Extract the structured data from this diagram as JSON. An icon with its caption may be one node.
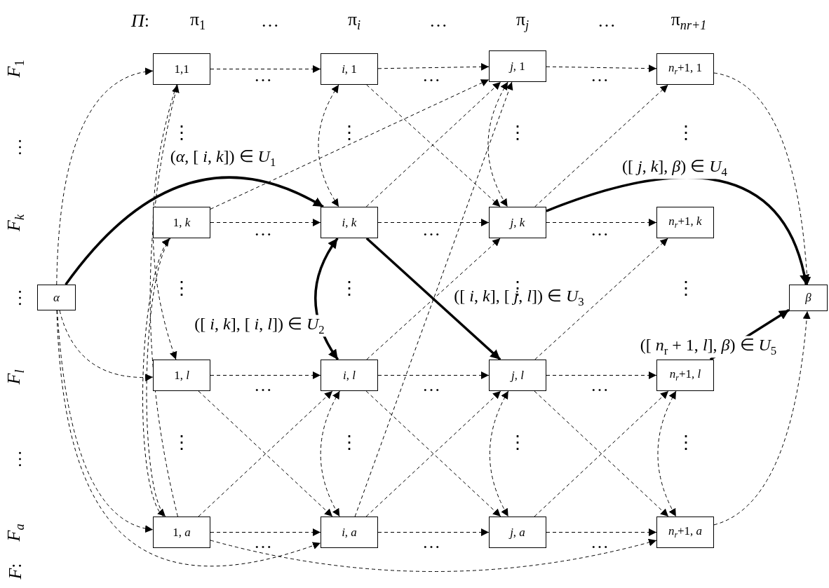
{
  "diagram": {
    "nodes": [
      {
        "text": [
          "1,1"
        ]
      },
      {
        "text": [
          "*i*, 1"
        ]
      },
      {
        "text": [
          "*j*, 1"
        ]
      },
      {
        "text": [
          "*n*$_{r}$+1, 1"
        ]
      },
      {
        "text": [
          "1, *k*"
        ]
      },
      {
        "text": [
          "*i*, *k*"
        ]
      },
      {
        "text": [
          "*j*, *k*"
        ]
      },
      {
        "text": [
          "*n*$_{r}$+1, *k*"
        ]
      },
      {
        "text": [
          "*α*"
        ]
      },
      {
        "text": [
          "*β*"
        ]
      },
      {
        "text": [
          "1, *l*"
        ]
      },
      {
        "text": [
          "*i*, *l*"
        ]
      },
      {
        "text": [
          "*j*, *l*"
        ]
      },
      {
        "text": [
          "*n*$_{r}$+1, *l*"
        ]
      },
      {
        "text": [
          "1, *a*"
        ]
      },
      {
        "text": [
          "*i*, *a*"
        ]
      },
      {
        "text": [
          "*j*, *a*"
        ]
      },
      {
        "text": [
          "*n*$_{r}$+1, *a*"
        ]
      }
    ],
    "edges": [
      {
        "from": 0,
        "to": 1,
        "arrow": "to",
        "style": "dashed"
      },
      {
        "from": 1,
        "to": 2,
        "arrow": "to",
        "style": "dashed"
      },
      {
        "from": 2,
        "to": 3,
        "arrow": "to",
        "style": "dashed"
      },
      {
        "from": 4,
        "to": 5,
        "arrow": "to",
        "style": "dashed"
      },
      {
        "from": 5,
        "to": 6,
        "arrow": "to",
        "style": "dashed"
      },
      {
        "from": 6,
        "to": 7,
        "arrow": "to",
        "style": "dashed"
      },
      {
        "from": 10,
        "to": 11,
        "arrow": "to",
        "style": "dashed"
      },
      {
        "from": 11,
        "to": 12,
        "arrow": "to",
        "style": "dashed"
      },
      {
        "from": 12,
        "to": 13,
        "arrow": "to",
        "style": "dashed"
      },
      {
        "from": 14,
        "to": 15,
        "arrow": "to",
        "style": "dashed"
      },
      {
        "from": 15,
        "to": 16,
        "arrow": "to",
        "style": "dashed"
      },
      {
        "from": 16,
        "to": 17,
        "arrow": "to",
        "style": "dashed"
      },
      {
        "from": 8,
        "to": 0,
        "arrow": "to",
        "style": "dashed"
      },
      {
        "from": 8,
        "to": 10,
        "arrow": "to",
        "style": "dashed"
      },
      {
        "from": 8,
        "to": 14,
        "arrow": "to",
        "style": "dashed"
      },
      {
        "from": 8,
        "to": 15,
        "arrow": "to",
        "style": "dashed"
      },
      {
        "from": 14,
        "to": 17,
        "arrow": "to",
        "style": "dashed"
      },
      {
        "from": 14,
        "to": 0,
        "arrow": "to",
        "style": "dashed"
      },
      {
        "from": 14,
        "to": 4,
        "arrow": "to",
        "style": "dashed"
      },
      {
        "from": 0,
        "to": 10,
        "arrow": "to",
        "style": "dashed"
      },
      {
        "from": 4,
        "to": 14,
        "arrow": "to",
        "style": "dashed"
      },
      {
        "from": 1,
        "to": 5,
        "arrow": "both",
        "style": "dashed"
      },
      {
        "from": 11,
        "to": 15,
        "arrow": "both",
        "style": "dashed"
      },
      {
        "from": 2,
        "to": 6,
        "arrow": "both",
        "style": "dashed"
      },
      {
        "from": 12,
        "to": 16,
        "arrow": "both",
        "style": "dashed"
      },
      {
        "from": 13,
        "to": 17,
        "arrow": "both",
        "style": "dashed"
      },
      {
        "from": 4,
        "to": 2,
        "arrow": "to",
        "style": "dashed"
      },
      {
        "from": 1,
        "to": 6,
        "arrow": "to",
        "style": "dashed"
      },
      {
        "from": 5,
        "to": 2,
        "arrow": "to",
        "style": "dashed"
      },
      {
        "from": 15,
        "to": 2,
        "arrow": "to",
        "style": "dashed"
      },
      {
        "from": 11,
        "to": 6,
        "arrow": "to",
        "style": "dashed"
      },
      {
        "from": 6,
        "to": 3,
        "arrow": "to",
        "style": "dashed"
      },
      {
        "from": 12,
        "to": 7,
        "arrow": "to",
        "style": "dashed"
      },
      {
        "from": 16,
        "to": 13,
        "arrow": "to",
        "style": "dashed"
      },
      {
        "from": 12,
        "to": 17,
        "arrow": "to",
        "style": "dashed"
      },
      {
        "from": 10,
        "to": 15,
        "arrow": "to",
        "style": "dashed"
      },
      {
        "from": 14,
        "to": 11,
        "arrow": "to",
        "style": "dashed"
      },
      {
        "from": 11,
        "to": 16,
        "arrow": "to",
        "style": "dashed"
      },
      {
        "from": 15,
        "to": 12,
        "arrow": "to",
        "style": "dashed"
      },
      {
        "from": 8,
        "to": 5,
        "arrow": "to",
        "style": "thick",
        "label": "(*α*, [ *i*, *k*]) ∈ *U*$_{1}$"
      },
      {
        "from": 5,
        "to": 11,
        "arrow": "both",
        "style": "thick",
        "label": "([ *i*, *k*], [ *i*, *l*]) ∈ *U*$_{2}$"
      },
      {
        "from": 5,
        "to": 12,
        "arrow": "to",
        "style": "thick",
        "label": "([ *i*, *k*], [ *j*, *l*]) ∈ *U*$_{3}$"
      },
      {
        "from": 6,
        "to": 9,
        "arrow": "to",
        "style": "thick",
        "label": "([ *j*, *k*],  *β*) ∈ *U*$_{4}$"
      },
      {
        "from": 13,
        "to": 9,
        "arrow": "to",
        "style": "thick",
        "label": "([ *n*$_{r}$ + 1, *l*],  *β*) ∈ *U*$_{5}$"
      },
      {
        "from": 3,
        "to": 9,
        "arrow": "to",
        "style": "dashed"
      },
      {
        "from": 17,
        "to": 9,
        "arrow": "to",
        "style": "dashed"
      }
    ],
    "labels": [
      "*Π*:",
      "π$_{1}$",
      "…",
      "π$_{i}$",
      "…",
      "π$_{j}$",
      "…",
      "π$_{n}$$_{r}$$_{+1}$",
      "*F*$_{1}$",
      "…",
      "*F*$_{k}$",
      "…",
      "*F*$_{l}$",
      "…",
      "*F*$_{a}$",
      "*F*:",
      "…",
      "…",
      "…",
      "⋮",
      "⋮",
      "⋮",
      "⋮",
      "…",
      "…",
      "…",
      "⋮",
      "⋮",
      "⋮",
      "⋮",
      "…",
      "…",
      "…",
      "⋮",
      "⋮",
      "⋮",
      "⋮",
      "…",
      "…",
      "…"
    ]
  }
}
